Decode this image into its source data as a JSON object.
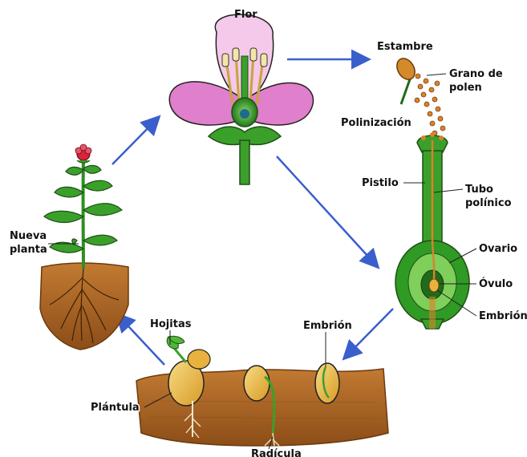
{
  "labels": {
    "flor": "Flor",
    "estambre": "Estambre",
    "grano_de_polen_1": "Grano de",
    "grano_de_polen_2": "polen",
    "polinizacion": "Polinización",
    "pistilo": "Pistilo",
    "tubo_polinico_1": "Tubo",
    "tubo_polinico_2": "polínico",
    "ovario": "Ovario",
    "ovulo": "Óvulo",
    "embrion_right": "Embrión",
    "embrion_bottom": "Embrión",
    "hojitas": "Hojitas",
    "plantula": "Plántula",
    "radicula": "Radícula",
    "nueva_planta_1": "Nueva",
    "nueva_planta_2": "planta"
  },
  "colors": {
    "arrow": "#3a5fcd",
    "stem_green": "#3aa02a",
    "dark_green": "#1f6b1a",
    "petal_pink": "#e79ad8",
    "petal_light": "#f6d3ee",
    "soil": "#b06a25",
    "soil_dark": "#7a3e10",
    "seed": "#e9b23f",
    "pollen": "#d9822b"
  }
}
